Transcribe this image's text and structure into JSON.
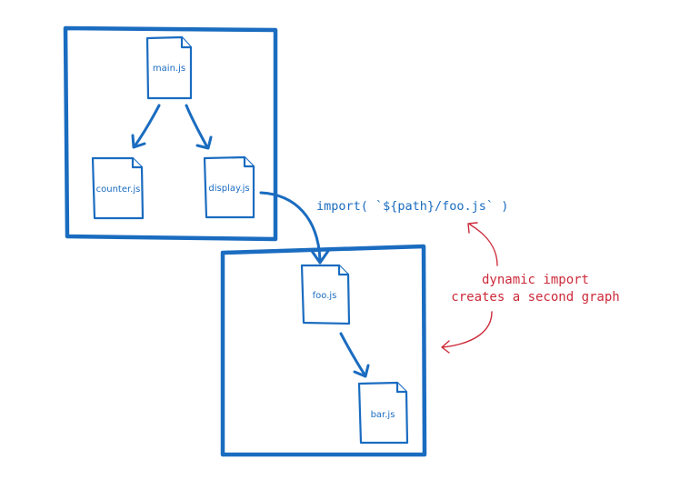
{
  "graph1": {
    "files": {
      "main": "main.js",
      "counter": "counter.js",
      "display": "display.js"
    }
  },
  "graph2": {
    "files": {
      "foo": "foo.js",
      "bar": "bar.js"
    }
  },
  "import_expression": "import( `${path}/foo.js` )",
  "annotation": {
    "line1": "dynamic import",
    "line2": "creates a second graph"
  },
  "colors": {
    "graph": "#1a6cc0",
    "annotation": "#cc2a3a"
  }
}
